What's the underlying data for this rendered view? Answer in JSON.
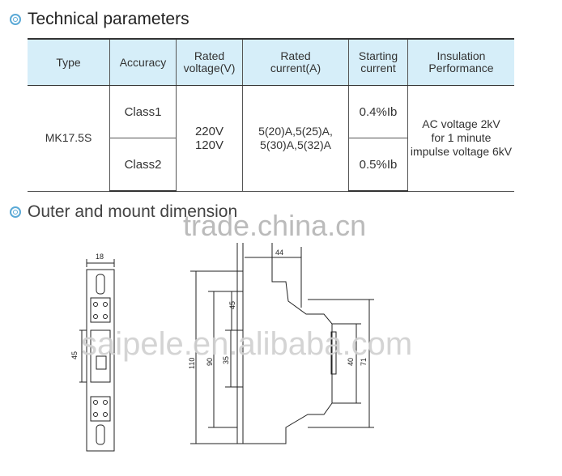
{
  "section1": {
    "title": "Technical parameters"
  },
  "table": {
    "headers": {
      "type": "Type",
      "accuracy": "Accuracy",
      "rated_voltage": "Rated\nvoltage(V)",
      "rated_current": "Rated\ncurrent(A)",
      "starting_current": "Starting\ncurrent",
      "insulation": "Insulation\nPerformance"
    },
    "row": {
      "type": "MK17.5S",
      "class1": "Class1",
      "class2": "Class2",
      "voltage": "220V\n120V",
      "current": "5(20)A,5(25)A,\n5(30)A,5(32)A",
      "start1": "0.4%Ib",
      "start2": "0.5%Ib",
      "insulation": "AC voltage 2kV\nfor 1 minute\nimpulse voltage 6kV"
    }
  },
  "section2": {
    "title": "Outer and mount dimension"
  },
  "watermarks": {
    "top": "trade.china.cn",
    "middle": "saipele.en.alibaba.com"
  },
  "dims": {
    "width_18": "18",
    "height_45_front": "45",
    "width_44": "44",
    "height_45_side": "45",
    "height_35": "35",
    "height_90": "90",
    "height_110": "110",
    "height_40": "40",
    "height_71": "71"
  }
}
